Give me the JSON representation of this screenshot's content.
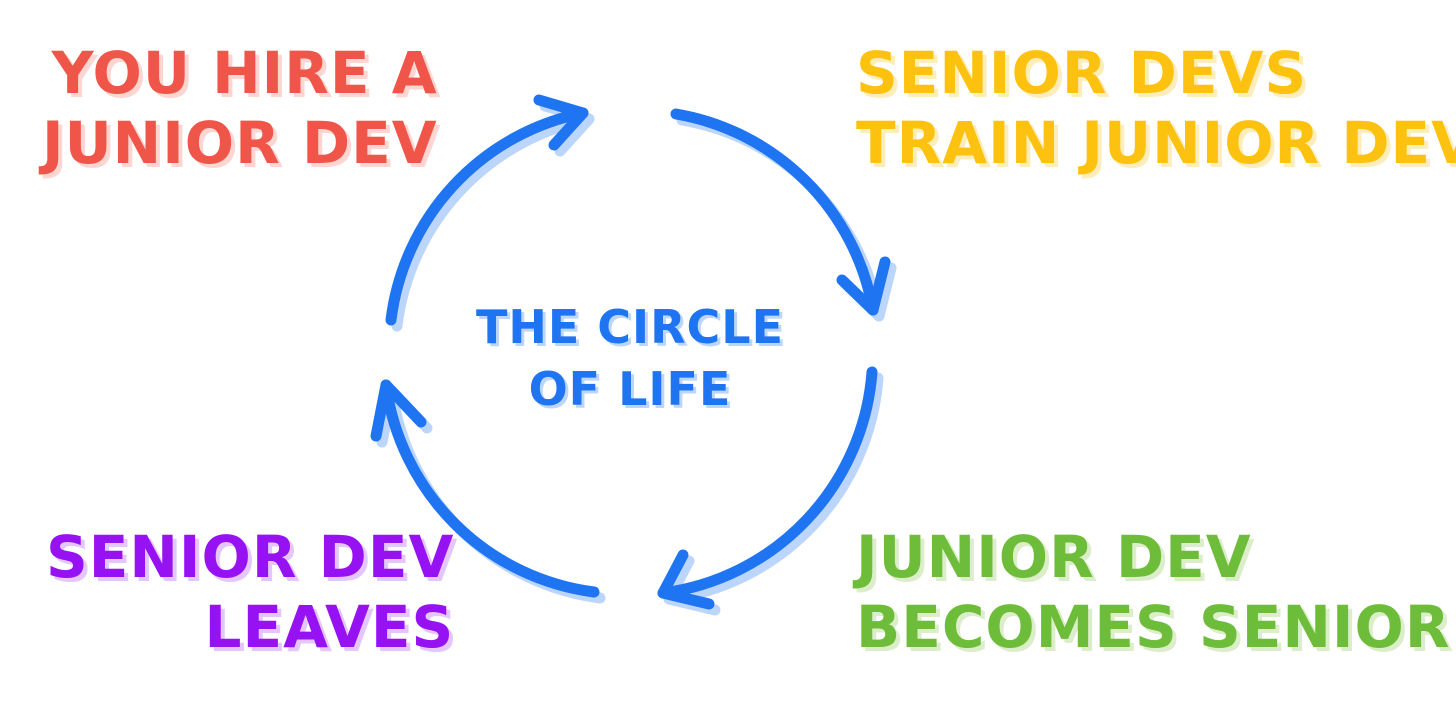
{
  "center": {
    "line1": "THE CIRCLE",
    "line2": "OF LIFE",
    "color": "#1f74f2"
  },
  "steps": [
    {
      "line1": "YOU HIRE A",
      "line2": "JUNIOR DEV",
      "color": "#f0554a",
      "shadow": "#fdd5d1"
    },
    {
      "line1": "SENIOR DEVS",
      "line2": "TRAIN JUNIOR DEV",
      "color": "#fdc20f",
      "shadow": "#fdedbb"
    },
    {
      "line1": "JUNIOR DEV",
      "line2": "BECOMES SENIOR",
      "color": "#6ebd3a",
      "shadow": "#dbeec9"
    },
    {
      "line1": "SENIOR DEV",
      "line2": "LEAVES",
      "color": "#9612f3",
      "shadow": "#e4c6fb"
    }
  ],
  "arrow": {
    "color": "#1f74f2",
    "shadow": "#bcd6fb"
  }
}
